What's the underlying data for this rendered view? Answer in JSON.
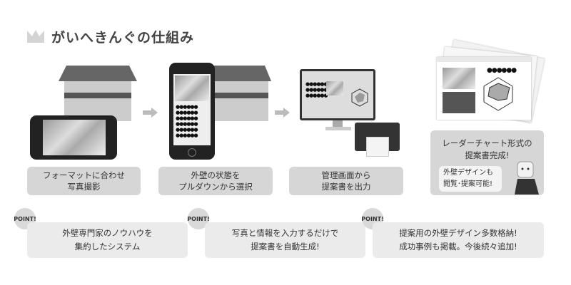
{
  "title": "がいへきんぐの仕組み",
  "steps": [
    {
      "line1": "フォーマットに合わせ",
      "line2": "写真撮影"
    },
    {
      "line1": "外壁の状態を",
      "line2": "プルダウンから選択"
    },
    {
      "line1": "管理画面から",
      "line2": "提案書を出力"
    },
    {
      "line1": "レーダーチャート形式の",
      "line2": "提案書完成!",
      "bubble1": "外壁デザインも",
      "bubble2": "閲覧･提案可能!"
    }
  ],
  "points": [
    {
      "badge": "POINT!",
      "line1": "外壁専門家のノウハウを",
      "line2": "集約したシステム"
    },
    {
      "badge": "POINT!",
      "line1": "写真と情報を入力するだけで",
      "line2": "提案書を自動生成!"
    },
    {
      "badge": "POINT!",
      "line1": "提案用の外壁デザイン多数格納!",
      "line2": "成功事例も掲載。今後続々追加!"
    }
  ],
  "dots": "●●●●●●"
}
